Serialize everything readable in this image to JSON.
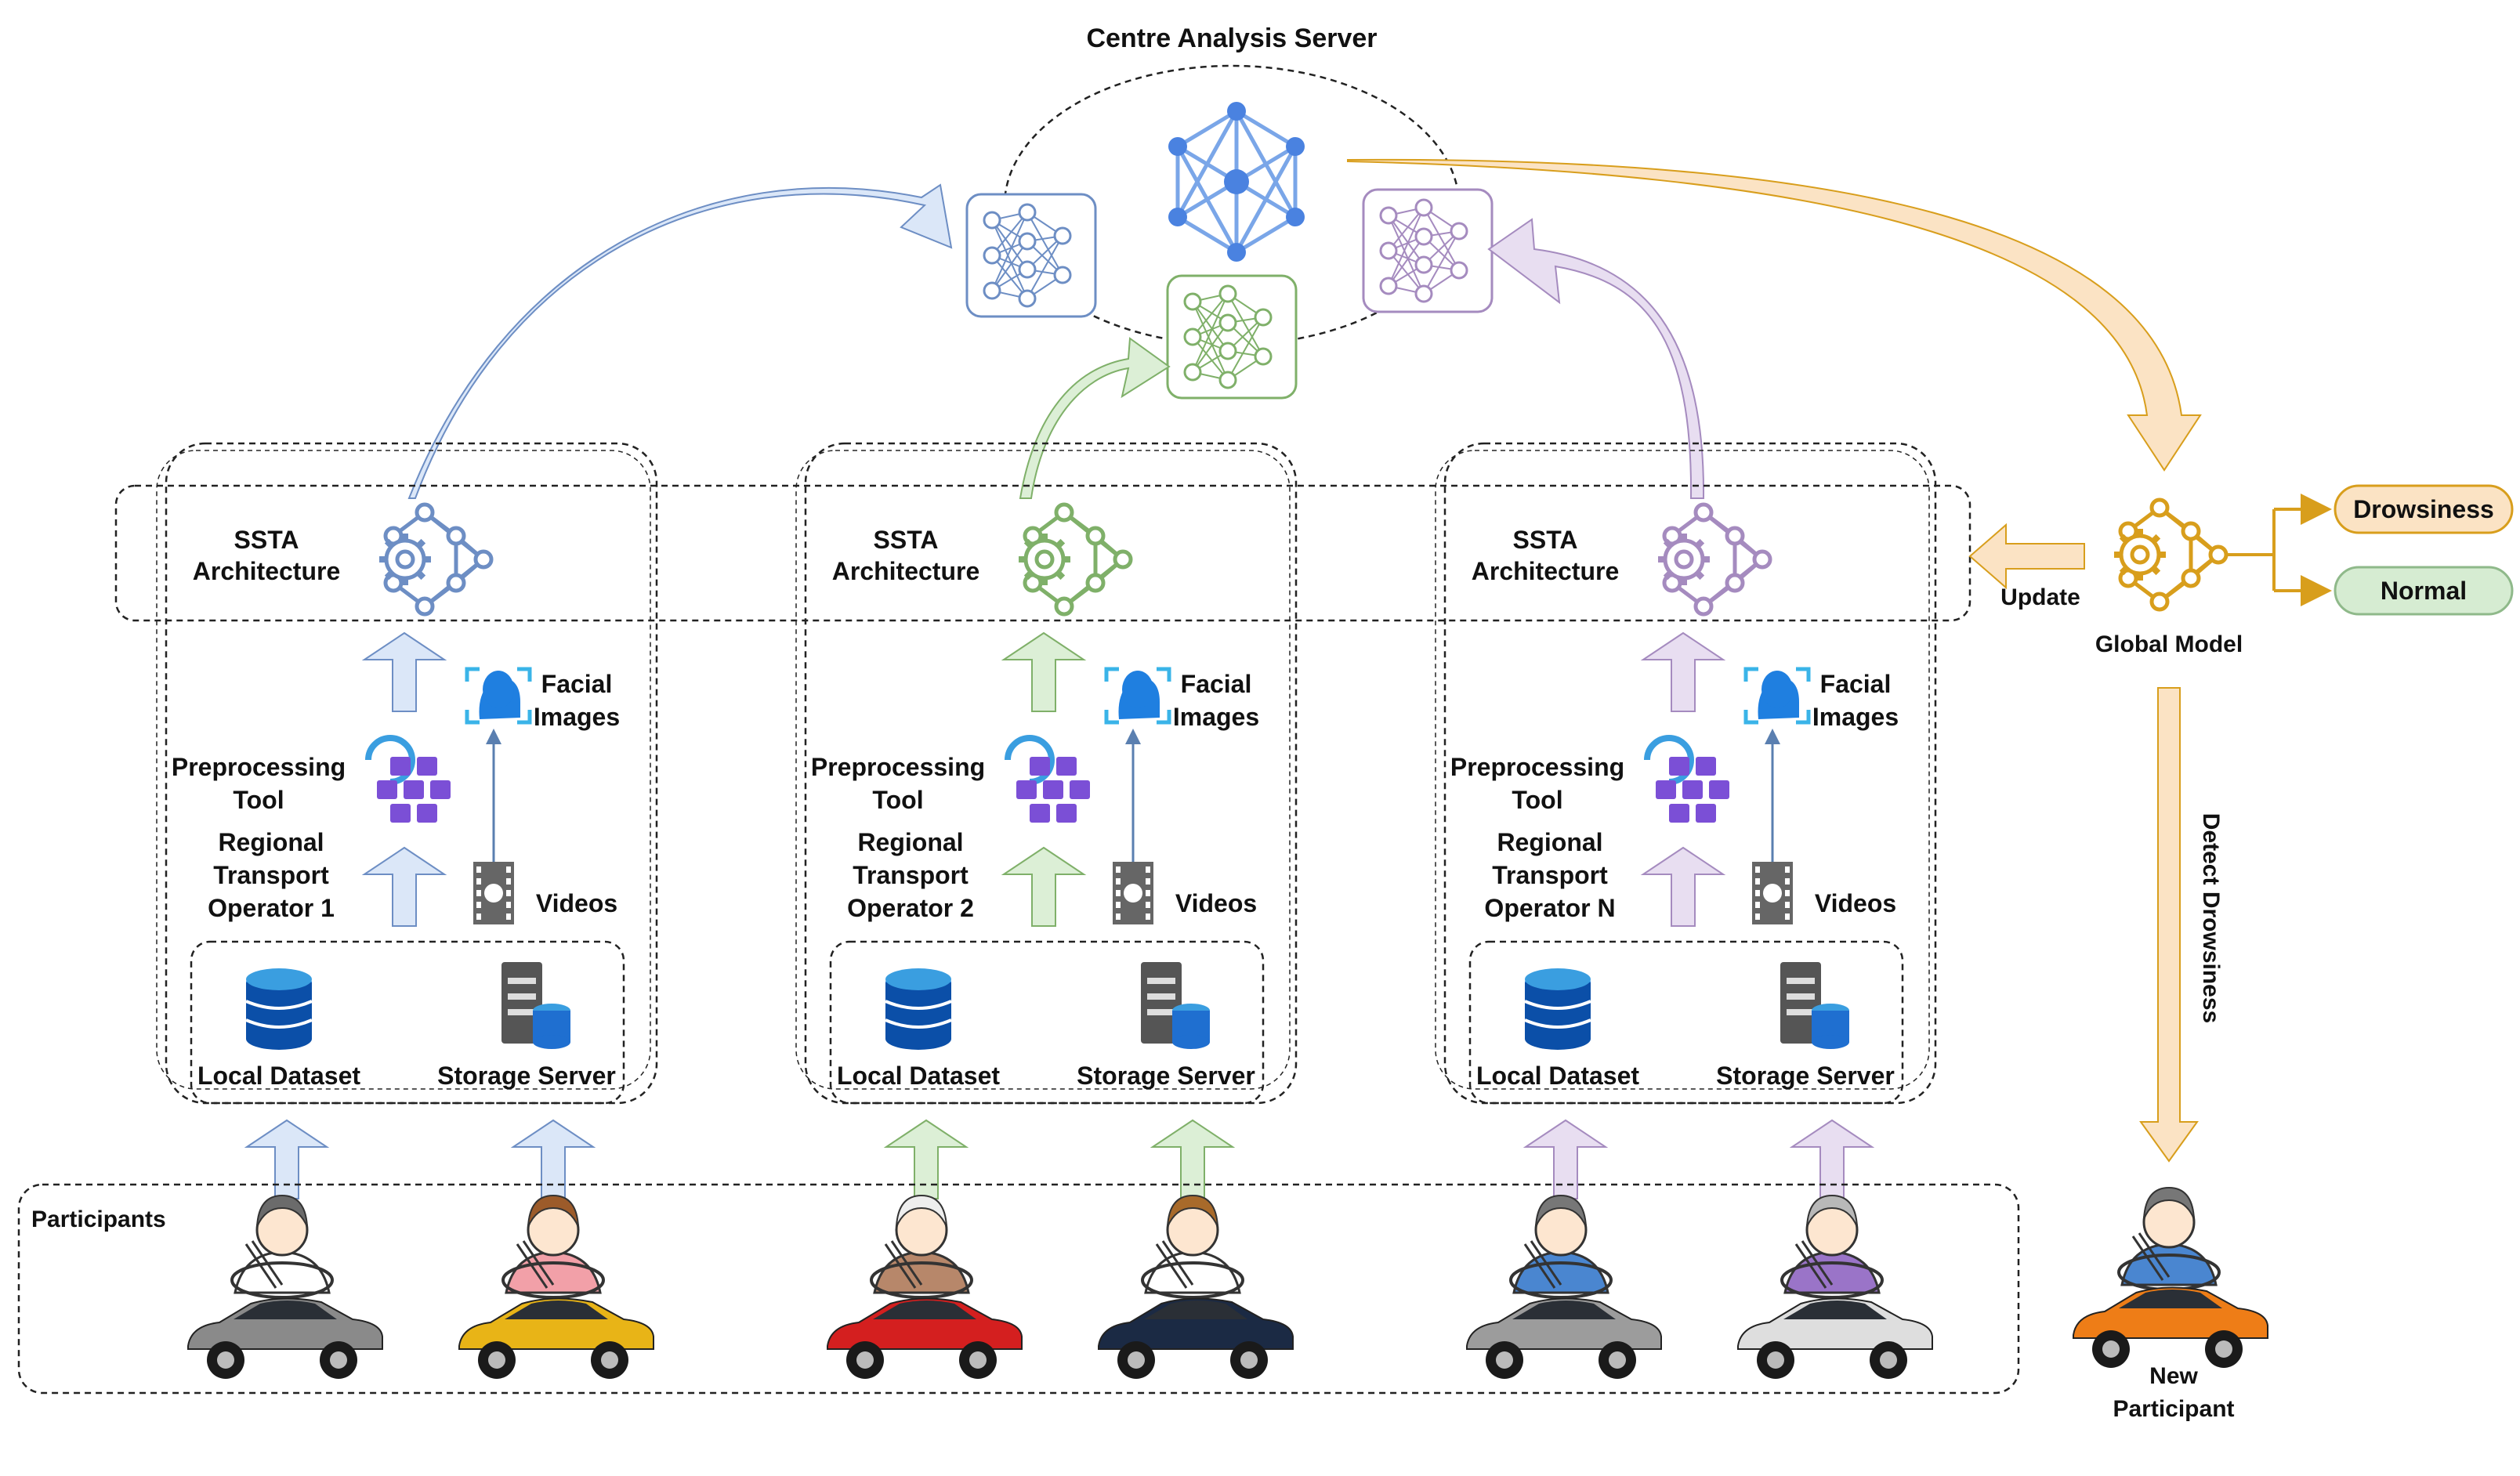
{
  "server": {
    "title": "Centre Analysis Server"
  },
  "clients": [
    {
      "arch": [
        "SSTA",
        "Architecture"
      ],
      "preprocess": [
        "Preprocessing",
        "Tool"
      ],
      "operator": [
        "Regional",
        "Transport",
        "Operator 1"
      ],
      "facial": [
        "Facial",
        "Images"
      ],
      "videos": "Videos",
      "dataset": "Local Dataset",
      "storage": "Storage Server",
      "color": "#6d8ec4",
      "light": "#dbe7f8"
    },
    {
      "arch": [
        "SSTA",
        "Architecture"
      ],
      "preprocess": [
        "Preprocessing",
        "Tool"
      ],
      "operator": [
        "Regional",
        "Transport",
        "Operator 2"
      ],
      "facial": [
        "Facial",
        "Images"
      ],
      "videos": "Videos",
      "dataset": "Local Dataset",
      "storage": "Storage Server",
      "color": "#7fb069",
      "light": "#dcefd6"
    },
    {
      "arch": [
        "SSTA",
        "Architecture"
      ],
      "preprocess": [
        "Preprocessing",
        "Tool"
      ],
      "operator": [
        "Regional",
        "Transport",
        "Operator N"
      ],
      "facial": [
        "Facial",
        "Images"
      ],
      "videos": "Videos",
      "dataset": "Local Dataset",
      "storage": "Storage Server",
      "color": "#a58bbf",
      "light": "#e8def1"
    }
  ],
  "participants": {
    "label": "Participants"
  },
  "global": {
    "label": "Global Model",
    "update": "Update",
    "detect": "Detect Drowsiness",
    "new_participant": [
      "New",
      "Participant"
    ],
    "color": "#d89e1c"
  },
  "outputs": [
    {
      "label": "Drowsiness",
      "fill": "#fbe3c4",
      "stroke": "#d89e1c"
    },
    {
      "label": "Normal",
      "fill": "#d6ecd2",
      "stroke": "#8fb98a"
    }
  ],
  "car_colors": [
    "#8a8a8a",
    "#e8b417",
    "#d41f1f",
    "#1b2a44",
    "#9c9c9c",
    "#dedede"
  ],
  "new_car_color": "#ee7d17"
}
